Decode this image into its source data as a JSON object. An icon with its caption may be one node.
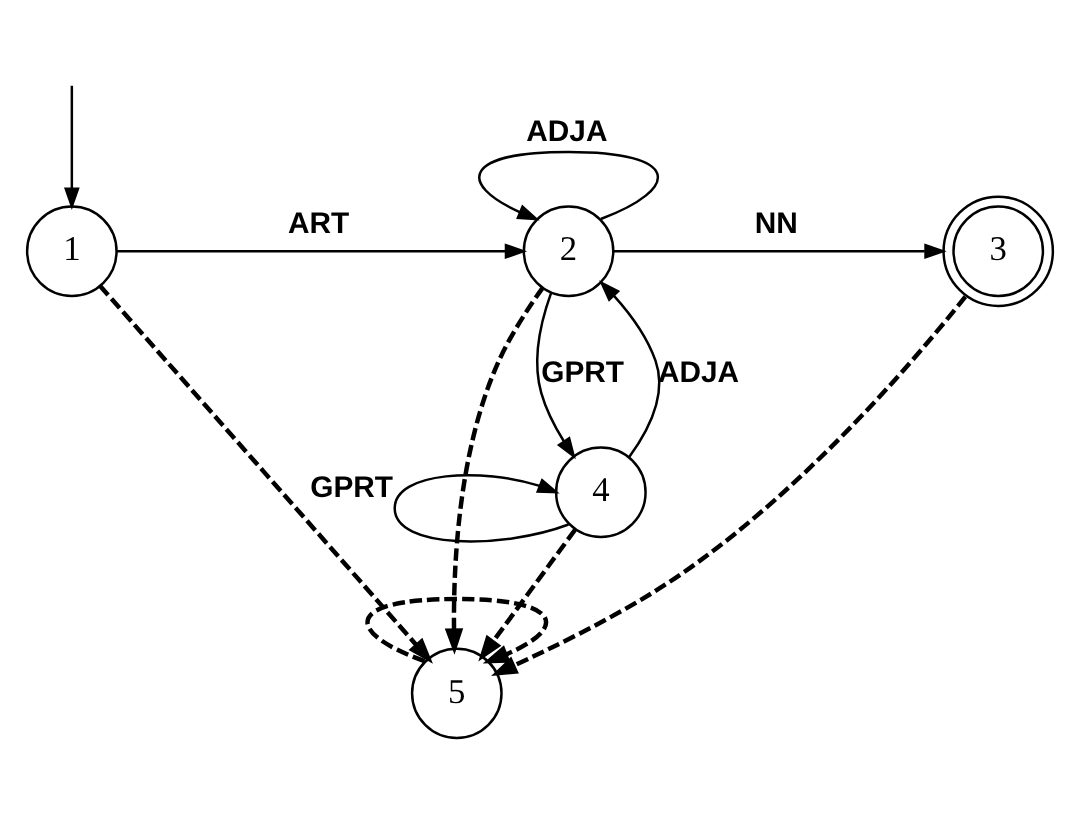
{
  "diagram": {
    "nodes": [
      {
        "text": [
          "1"
        ]
      },
      {
        "text": [
          "2"
        ]
      },
      {
        "text": [
          "3"
        ]
      },
      {
        "text": [
          "4"
        ]
      },
      {
        "text": [
          "5"
        ]
      }
    ],
    "edges": [
      {
        "from": null,
        "to": 0,
        "arrow": "to"
      },
      {
        "from": 0,
        "to": 1,
        "arrow": "to",
        "label": "ART"
      },
      {
        "from": 1,
        "to": 1,
        "arrow": "to",
        "label": "ADJA"
      },
      {
        "from": 1,
        "to": 2,
        "arrow": "to",
        "label": "NN"
      },
      {
        "from": 1,
        "to": 3,
        "arrow": "to",
        "label": "GPRT"
      },
      {
        "from": 3,
        "to": 1,
        "arrow": "to",
        "label": "ADJA"
      },
      {
        "from": 3,
        "to": 3,
        "arrow": "to",
        "label": "GPRT"
      },
      {
        "from": 0,
        "to": 4,
        "arrow": "to",
        "style": "dashed"
      },
      {
        "from": 1,
        "to": 4,
        "arrow": "to",
        "style": "dashed"
      },
      {
        "from": 2,
        "to": 4,
        "arrow": "to",
        "style": "dashed"
      },
      {
        "from": 3,
        "to": 4,
        "arrow": "to",
        "style": "dashed"
      },
      {
        "from": 4,
        "to": 4,
        "arrow": "to",
        "style": "dashed"
      }
    ]
  }
}
